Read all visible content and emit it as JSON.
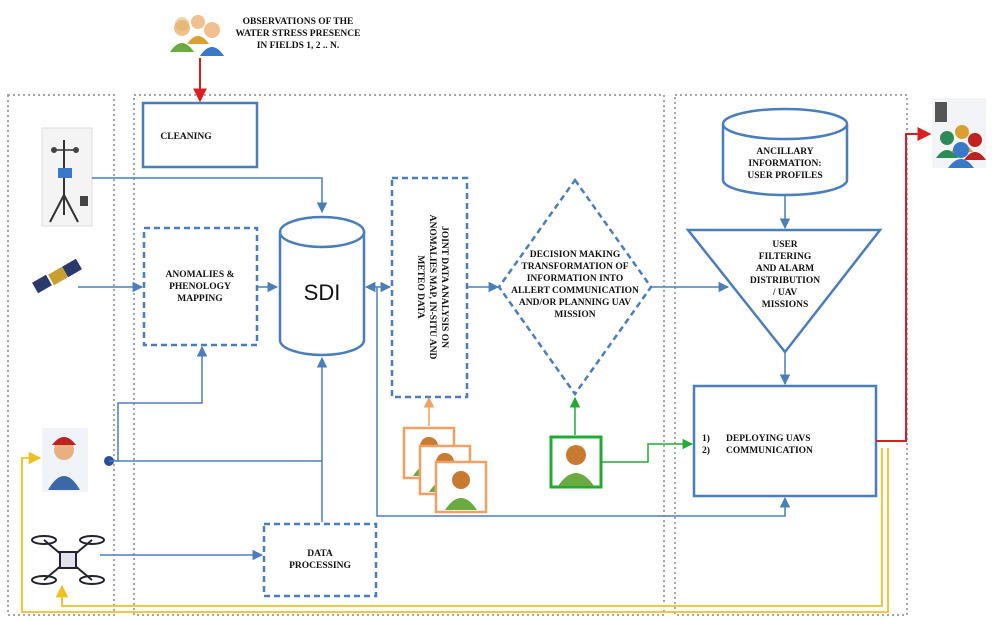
{
  "observations": {
    "line1": "OBSERVATIONS OF THE",
    "line2": "WATER STRESS PRESENCE",
    "line3": "IN FIELDS 1, 2 .. N."
  },
  "cleaning": "CLEANING",
  "anomalies": {
    "line1": "ANOMALIES &",
    "line2": "PHENOLOGY",
    "line3": "MAPPING"
  },
  "sdi": "SDI",
  "joint": {
    "line1": "JOINT DATA ANALYSIS ON",
    "line2": "ANOMALIES MAP, IN-SITU AND",
    "line3": "METEO DATA"
  },
  "decision": {
    "line1": "DECISION MAKING",
    "line2": "TRANSFORMATION OF",
    "line3": "INFORMATION INTO",
    "line4": "ALLERT COMMUNICATION",
    "line5": "AND/OR PLANNING UAV",
    "line6": "MISSION"
  },
  "ancillary": {
    "line1": "ANCILLARY",
    "line2": "INFORMATION:",
    "line3": "USER PROFILES"
  },
  "filtering": {
    "line1": "USER",
    "line2": "FILTERING",
    "line3": "AND ALARM",
    "line4": "DISTRIBUTION",
    "line5": "/ UAV",
    "line6": "MISSIONS"
  },
  "deploying": {
    "n1": "1)",
    "line1": "DEPLOYING UAVS",
    "n2": "2)",
    "line2": "COMMUNICATION"
  },
  "processing": {
    "line1": "DATA",
    "line2": "PROCESSING"
  },
  "colors": {
    "blue": "#4a7ebb",
    "red": "#d92020",
    "yellow": "#f0c020",
    "green": "#22aa33",
    "orange": "#f0a060",
    "dotted": "#a6a6a6"
  },
  "icons": [
    "people-group-icon",
    "weather-station-icon",
    "satellite-icon",
    "farmer-icon",
    "drone-icon",
    "expert-group-icon",
    "expert-icon",
    "users-network-icon"
  ]
}
